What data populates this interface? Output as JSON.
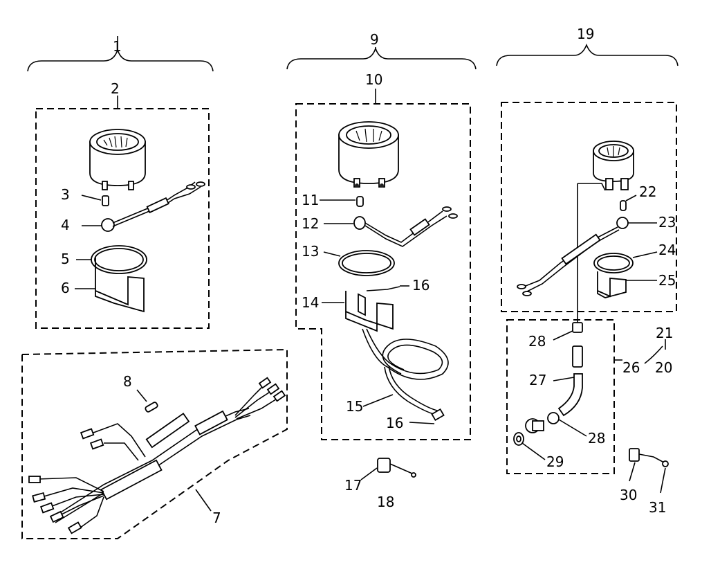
{
  "callouts": [
    "1",
    "2",
    "3",
    "4",
    "5",
    "6",
    "7",
    "8",
    "9",
    "10",
    "11",
    "12",
    "13",
    "14",
    "15",
    "16",
    "16",
    "17",
    "18",
    "19",
    "20",
    "21",
    "22",
    "23",
    "24",
    "25",
    "26",
    "27",
    "28",
    "28",
    "29",
    "30",
    "31"
  ]
}
